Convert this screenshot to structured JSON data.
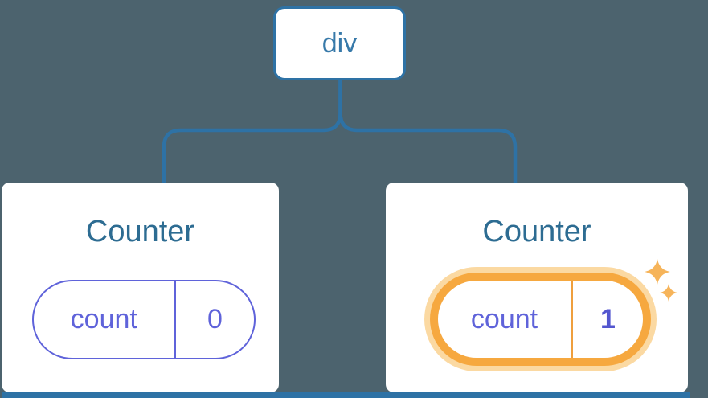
{
  "diagram": {
    "root_node": {
      "label": "div"
    },
    "nodes": [
      {
        "title": "Counter",
        "state_key": "count",
        "state_value": "0",
        "highlighted": false
      },
      {
        "title": "Counter",
        "state_key": "count",
        "state_value": "1",
        "highlighted": true
      }
    ]
  },
  "icons": {
    "sparkle": "sparkle-icon"
  },
  "colors": {
    "background": "#4c636e",
    "connector_blue": "#2e72a5",
    "root_label_blue": "#3779a9",
    "node_title_teal": "#2d6c92",
    "state_indigo": "#5f63da",
    "highlight_orange": "#f6a83f",
    "highlight_glow": "#fbd9a2",
    "highlight_divider": "#ef9f3d",
    "sparkle_orange": "#f6b45a",
    "card_white": "#ffffff"
  }
}
